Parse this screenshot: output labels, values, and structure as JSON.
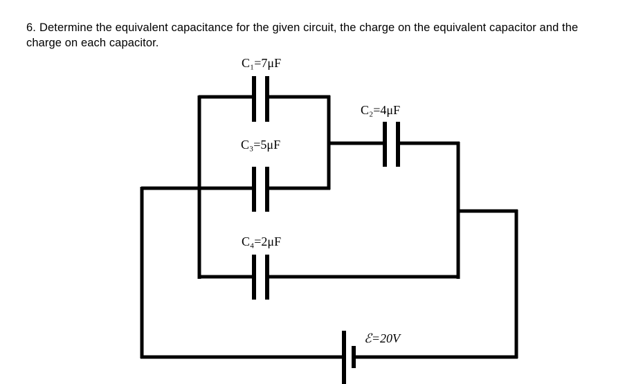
{
  "problem": {
    "number": "6.",
    "text": "Determine the equivalent capacitance for the given circuit, the charge on the equivalent capacitor and the charge on each capacitor."
  },
  "circuit": {
    "type": "capacitor-network",
    "line_color": "#000000",
    "background_color": "#ffffff",
    "components": [
      {
        "id": "C1",
        "kind": "capacitor",
        "label": "C₁=7μF",
        "symbol": "C",
        "subscript": "1",
        "value": "7",
        "unit": "μF"
      },
      {
        "id": "C2",
        "kind": "capacitor",
        "label": "C₂=4μF",
        "symbol": "C",
        "subscript": "2",
        "value": "4",
        "unit": "μF"
      },
      {
        "id": "C3",
        "kind": "capacitor",
        "label": "C₃=5μF",
        "symbol": "C",
        "subscript": "3",
        "value": "5",
        "unit": "μF"
      },
      {
        "id": "C4",
        "kind": "capacitor",
        "label": "C₄=2μF",
        "symbol": "C",
        "subscript": "4",
        "value": "2",
        "unit": "μF"
      },
      {
        "id": "EMF",
        "kind": "battery",
        "label": "ℰ=20V",
        "symbol": "ℰ",
        "value": "20",
        "unit": "V"
      }
    ]
  }
}
